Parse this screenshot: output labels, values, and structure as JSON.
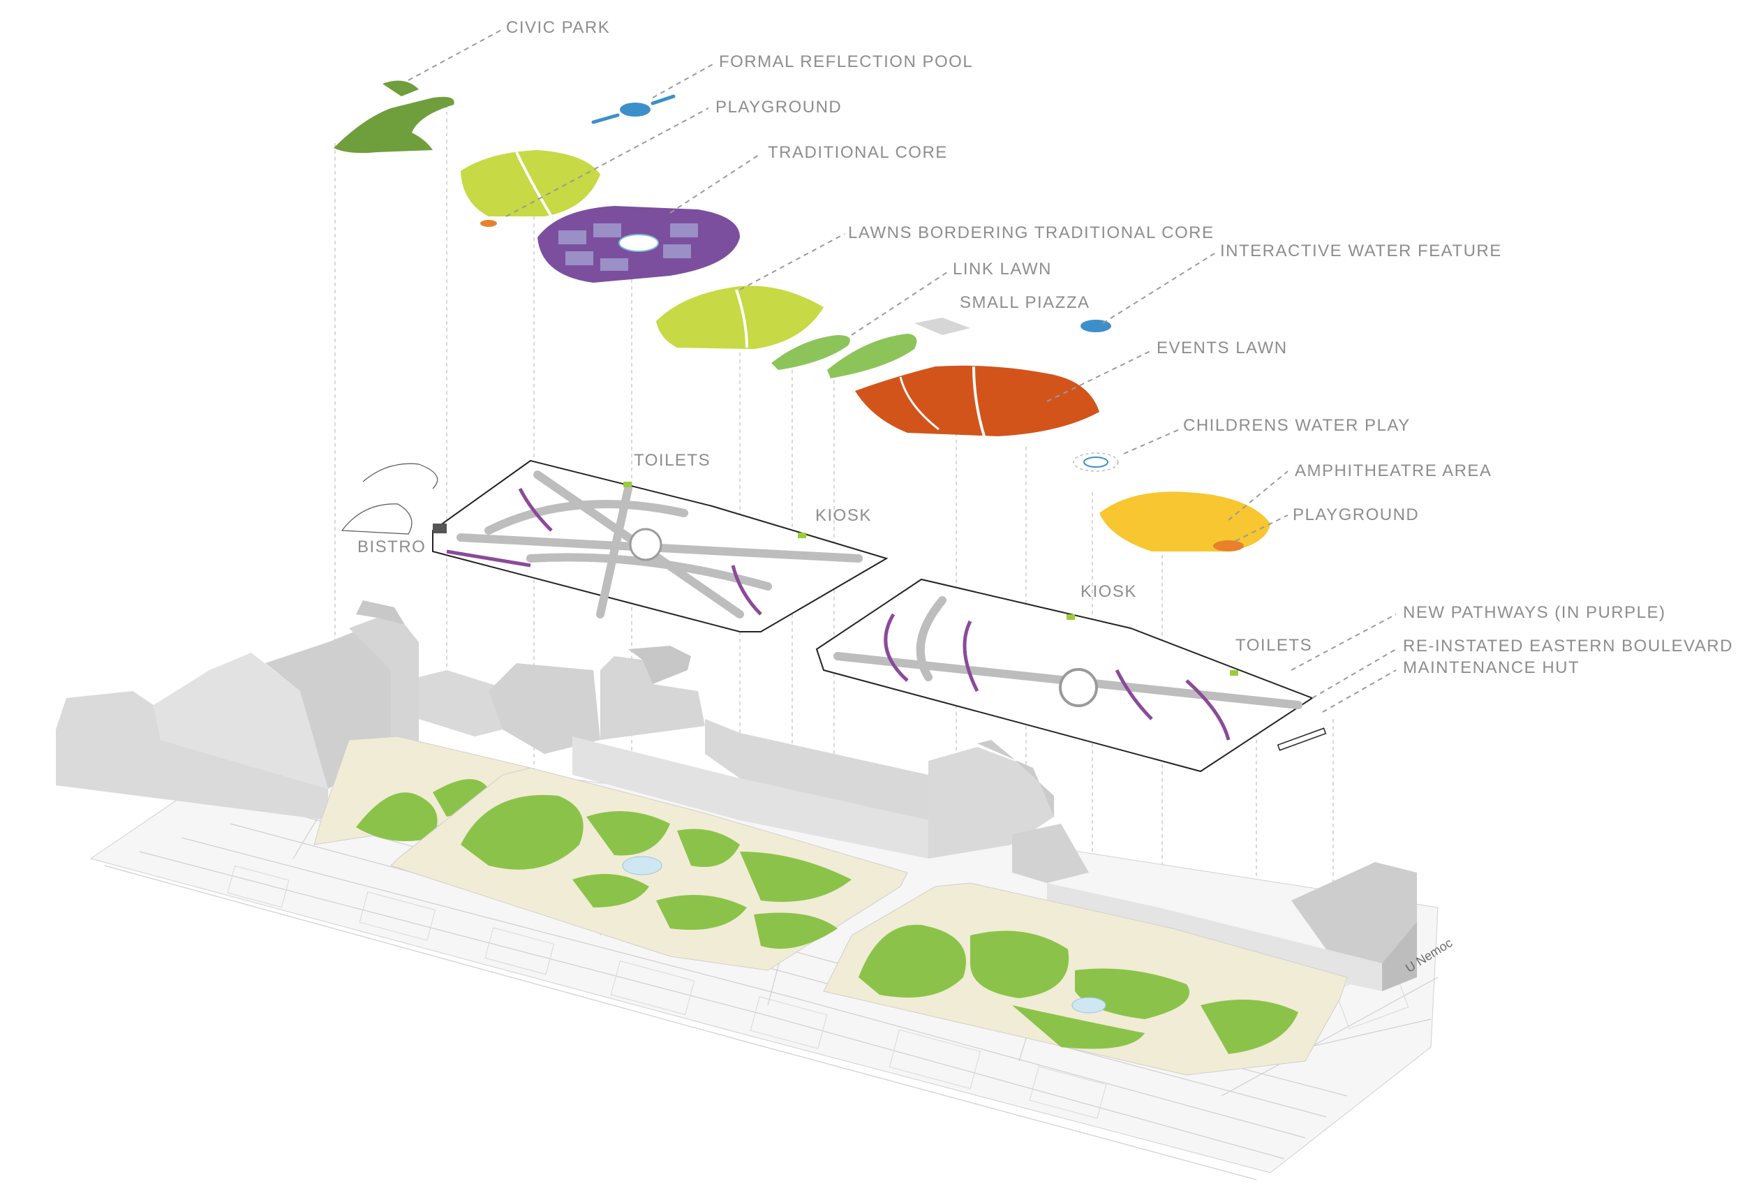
{
  "colors": {
    "civic_park": "#6f9e3c",
    "lawns_core": "#c7d944",
    "traditional_core": "#7b4f9e",
    "traditional_core_light": "#9a90c6",
    "link_lawn": "#8cc45a",
    "small_piazza": "#d6d6d6",
    "water": "#3d8fc9",
    "events_lawn": "#d3541b",
    "amphitheatre": "#f7c630",
    "playground": "#e8812a",
    "pathways": "#8a4a99",
    "label_grey": "#8d8d8d",
    "building_grey": "#d8d8d8",
    "grass": "#8bc34a"
  },
  "labels": {
    "civic_park": "CIVIC PARK",
    "formal_reflection_pool": "FORMAL REFLECTION POOL",
    "playground_top": "PLAYGROUND",
    "traditional_core": "TRADITIONAL CORE",
    "lawns_bordering": "LAWNS BORDERING TRADITIONAL CORE",
    "interactive_water": "INTERACTIVE WATER FEATURE",
    "link_lawn": "LINK LAWN",
    "small_piazza": "SMALL PIAZZA",
    "events_lawn": "EVENTS LAWN",
    "childrens_water_play": "CHILDRENS WATER PLAY",
    "amphitheatre_area": "AMPHITHEATRE AREA",
    "playground_bottom": "PLAYGROUND",
    "toilets_left": "TOILETS",
    "kiosk_left": "KIOSK",
    "bistro": "BISTRO",
    "kiosk_right": "KIOSK",
    "toilets_right": "TOILETS",
    "new_pathways": "NEW PATHWAYS (IN PURPLE)",
    "eastern_boulevard": "RE-INSTATED EASTERN BOULEVARD",
    "maintenance_hut": "MAINTENANCE HUT"
  },
  "street_labels": {
    "right_street": "U Nemoc"
  }
}
